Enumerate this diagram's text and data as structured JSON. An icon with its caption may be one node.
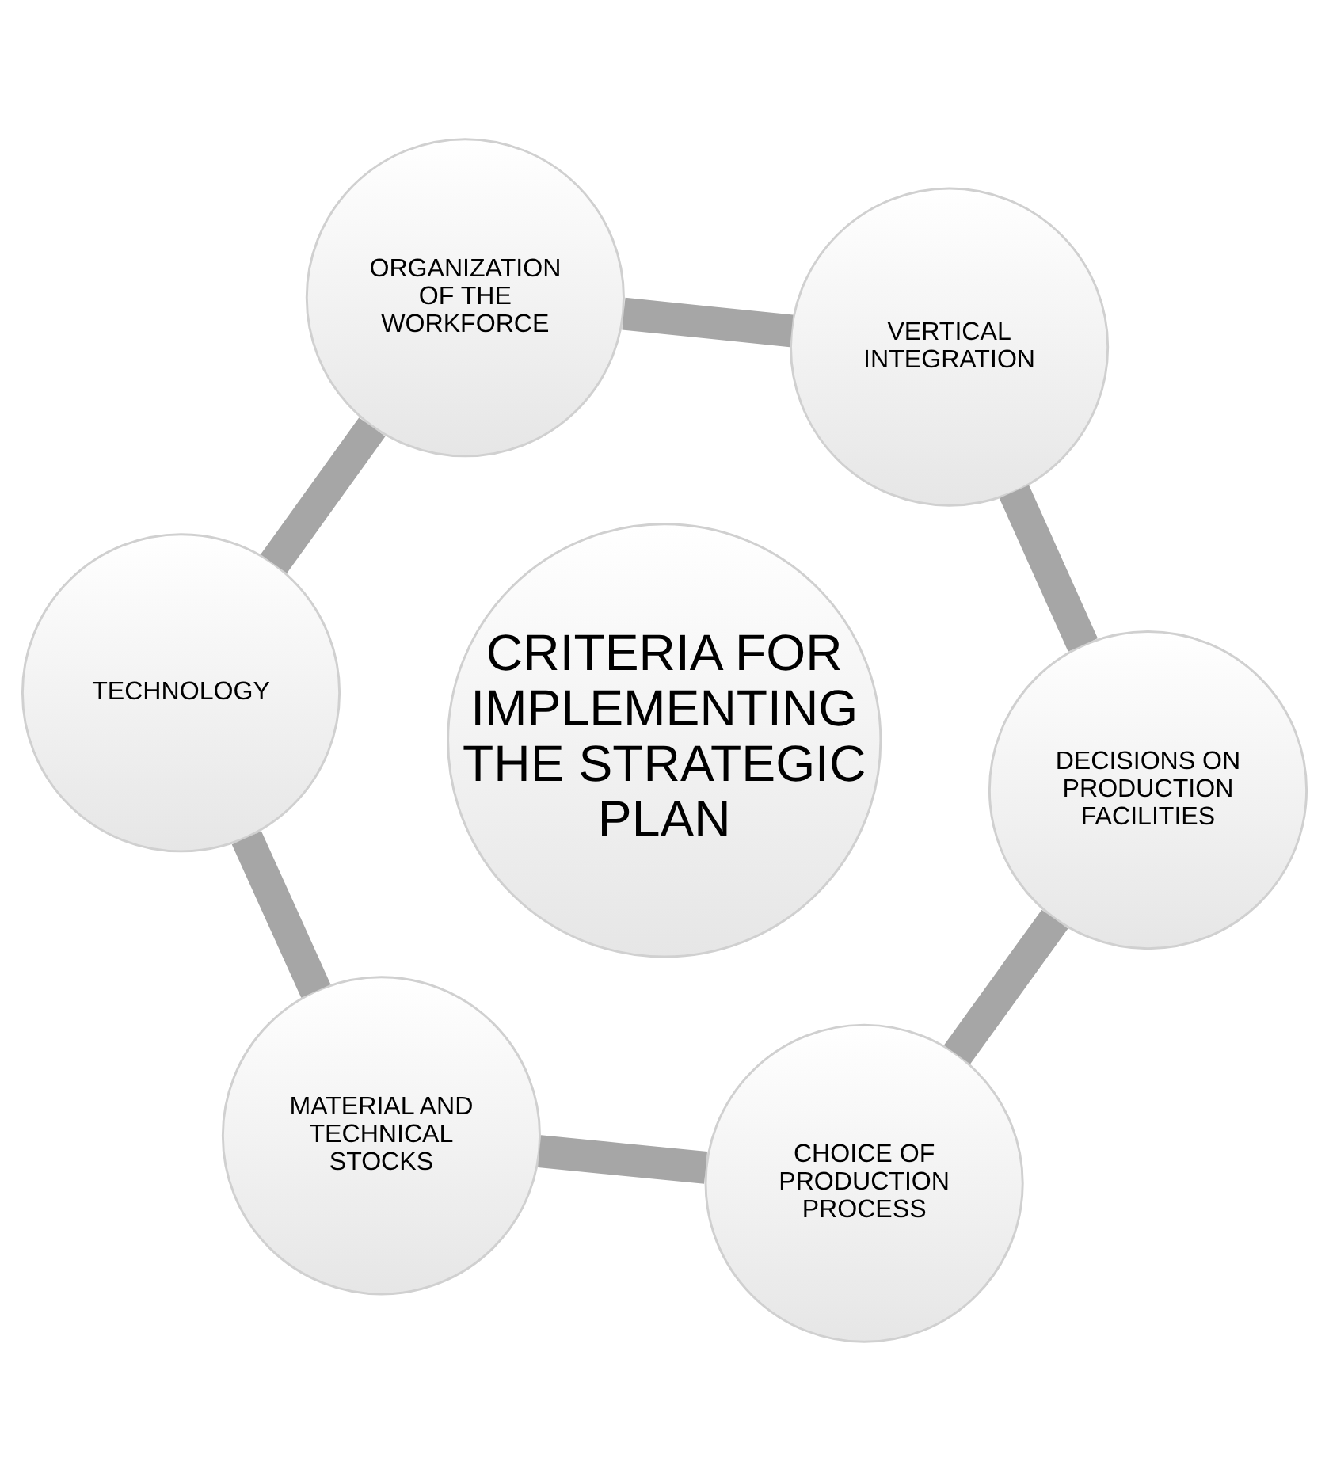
{
  "diagram": {
    "nodes": [
      {
        "text": [
          "CHOICE OF PRODUCTION PROCESS"
        ]
      },
      {
        "text": [
          "MATERIAL AND TECHNICAL STOCKS"
        ]
      },
      {
        "text": [
          "DECISIONS ON PRODUCTION FACILITIES"
        ]
      },
      {
        "text": [
          "CRITERIA FOR IMPLEMENTING THE STRATEGIC PLAN"
        ]
      },
      {
        "text": [
          "TECHNOLOGY"
        ]
      },
      {
        "text": [
          "VERTICAL INTEGRATION"
        ]
      },
      {
        "text": [
          "ORGANIZATION OF THE WORKFORCE"
        ]
      }
    ],
    "edges": [
      {
        "from": 0,
        "to": 2,
        "arrow": "none"
      },
      {
        "from": 2,
        "to": 5,
        "arrow": "none"
      },
      {
        "from": 5,
        "to": 6,
        "arrow": "none"
      },
      {
        "from": 6,
        "to": 4,
        "arrow": "none"
      },
      {
        "from": 4,
        "to": 1,
        "arrow": "none"
      },
      {
        "from": 1,
        "to": 0,
        "arrow": "none"
      }
    ]
  }
}
